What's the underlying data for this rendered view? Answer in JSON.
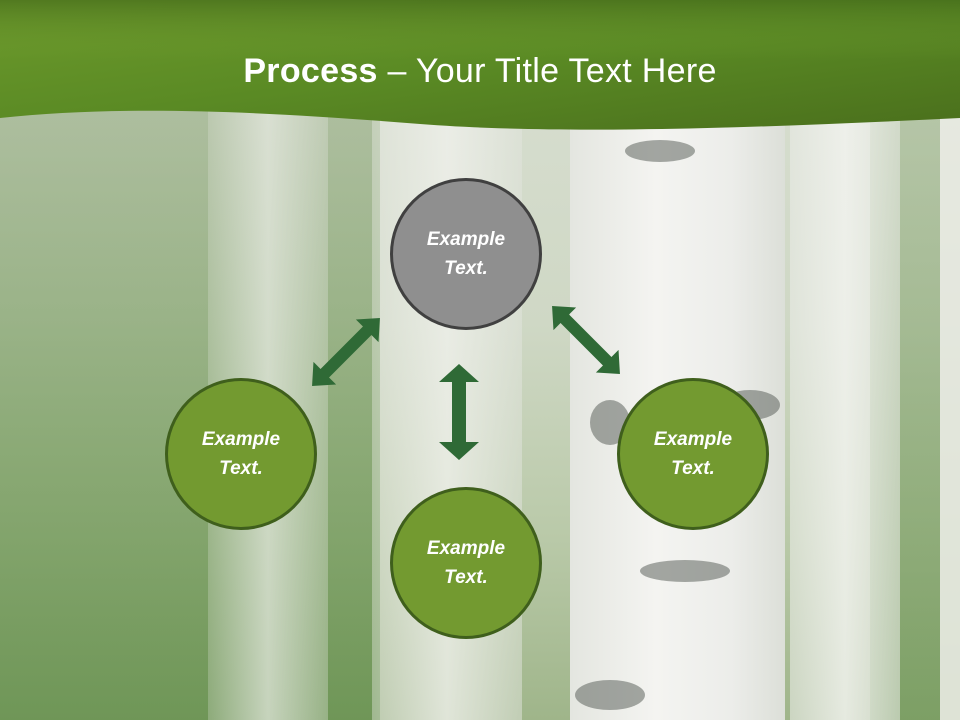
{
  "slide": {
    "title_bold": "Process",
    "title_rest": " – Your Title Text Here"
  },
  "diagram": {
    "nodes": [
      {
        "id": "top",
        "line1": "Example",
        "line2": "Text."
      },
      {
        "id": "left",
        "line1": "Example",
        "line2": "Text."
      },
      {
        "id": "right",
        "line1": "Example",
        "line2": "Text."
      },
      {
        "id": "bottom",
        "line1": "Example",
        "line2": "Text."
      }
    ]
  },
  "colors": {
    "header_green": "#5f8f26",
    "node_green": "#739a30",
    "node_gray": "#8f8f8f",
    "arrow_green": "#2f6a36"
  },
  "icons": [
    "double-arrow-icon"
  ]
}
